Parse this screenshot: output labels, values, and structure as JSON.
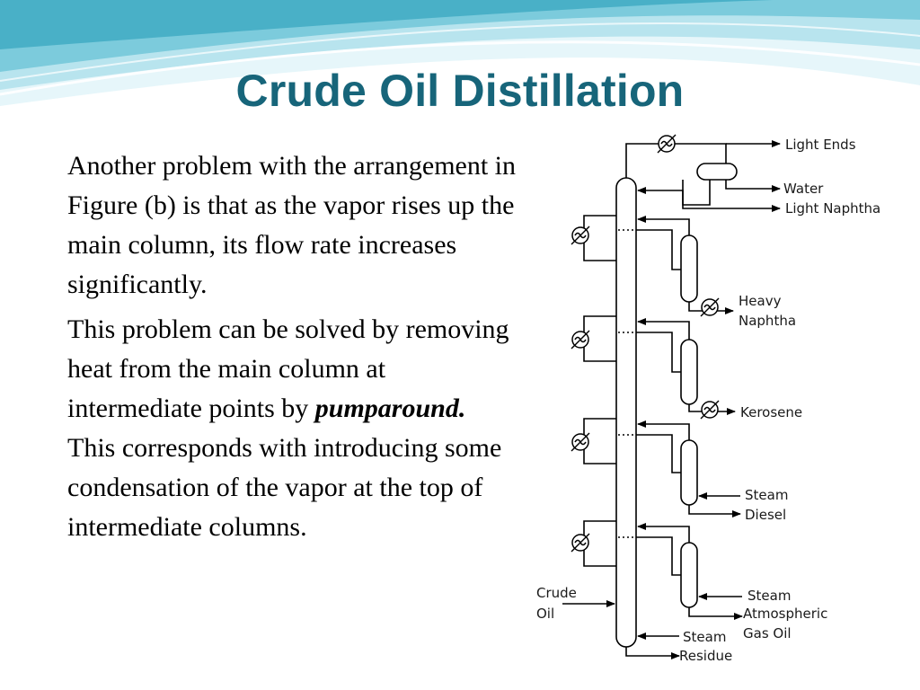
{
  "title": "Crude Oil Distillation",
  "body": {
    "p1": "Another problem with the arrangement in Figure (b) is that as the vapor rises up the main column, its flow rate increases significantly.",
    "p2_before": "This problem can be solved by removing heat from the main column at intermediate points by ",
    "p2_emph": "pumparound.",
    "p2_after": " This corresponds with introducing some condensation of the vapor at the top of intermediate columns."
  },
  "diagram": {
    "labels": {
      "light_ends": "Light Ends",
      "water": "Water",
      "light_naphtha": "Light Naphtha",
      "heavy_naphtha_1": "Heavy",
      "heavy_naphtha_2": "Naphtha",
      "kerosene": "Kerosene",
      "steam_1": "Steam",
      "diesel": "Diesel",
      "steam_2": "Steam",
      "ago_1": "Atmospheric",
      "ago_2": "Gas Oil",
      "crude_1": "Crude",
      "crude_2": "Oil",
      "steam_3": "Steam",
      "residue": "Residue"
    }
  },
  "colors": {
    "title": "#17657a",
    "wave_light": "#d8f0f6",
    "wave_mid": "#9fd8e6",
    "wave_dark": "#4bb3c9"
  }
}
